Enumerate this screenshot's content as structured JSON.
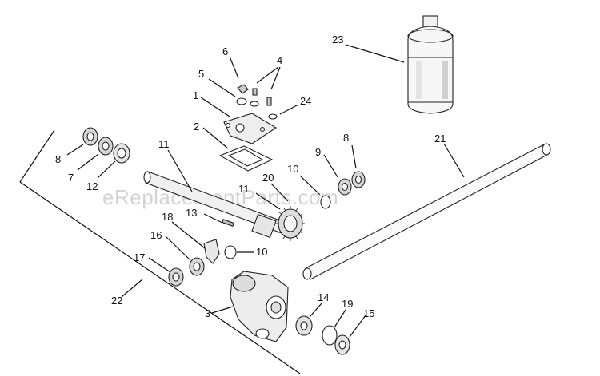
{
  "watermark": "eReplacementParts.com",
  "callouts": {
    "p1": "1",
    "p2": "2",
    "p3": "3",
    "p4": "4",
    "p5": "5",
    "p6": "6",
    "p7": "7",
    "p8a": "8",
    "p8b": "8",
    "p9": "9",
    "p10a": "10",
    "p10b": "10",
    "p11a": "11",
    "p11b": "11",
    "p12": "12",
    "p13": "13",
    "p14": "14",
    "p15": "15",
    "p16": "16",
    "p17": "17",
    "p18": "18",
    "p19": "19",
    "p20": "20",
    "p21": "21",
    "p22": "22",
    "p23": "23",
    "p24": "24"
  }
}
